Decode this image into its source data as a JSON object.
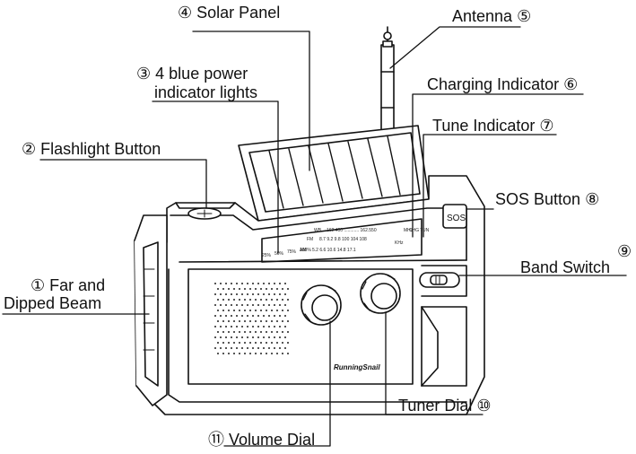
{
  "labels": {
    "solar_panel": {
      "num": "④",
      "text": "Solar Panel"
    },
    "antenna": {
      "text": "Antenna",
      "num": "⑤"
    },
    "power_lights": {
      "num": "③",
      "line1": "4 blue power",
      "line2": "indicator lights"
    },
    "charging_indicator": {
      "text": "Charging Indicator",
      "num": "⑥"
    },
    "tune_indicator": {
      "text": "Tune Indicator",
      "num": "⑦"
    },
    "flashlight_button": {
      "num": "②",
      "text": "Flashlight Button"
    },
    "sos_button": {
      "text": "SOS Button",
      "num": "⑧"
    },
    "band_switch": {
      "num": "⑨",
      "text": "Band Switch"
    },
    "far_dipped_beam": {
      "num": "①",
      "line1": "Far and",
      "line2": "Dipped Beam"
    },
    "tuner_dial": {
      "text": "Tuner Dial",
      "num": "⑩"
    },
    "volume_dial": {
      "num": "⑪",
      "text": "Volume Dial"
    }
  },
  "device": {
    "brand": "RunningSnail",
    "sos_key": "SOS",
    "scale_wb": "WB",
    "scale_fm": "FM",
    "scale_am": "AM",
    "wb_values": "162.400 ............ 162.550",
    "fm_values": "8.7    9.2    9.8    100   104   108",
    "am_values": "5.2    6.6    10.6   14.8   17.1",
    "mhz": "MHz",
    "khz": "KHz",
    "pct_25": "25%",
    "pct_50": "50%",
    "pct_75": "75%",
    "pct_100": "100%",
    "chg": "CHG",
    "tun": "TUN"
  }
}
